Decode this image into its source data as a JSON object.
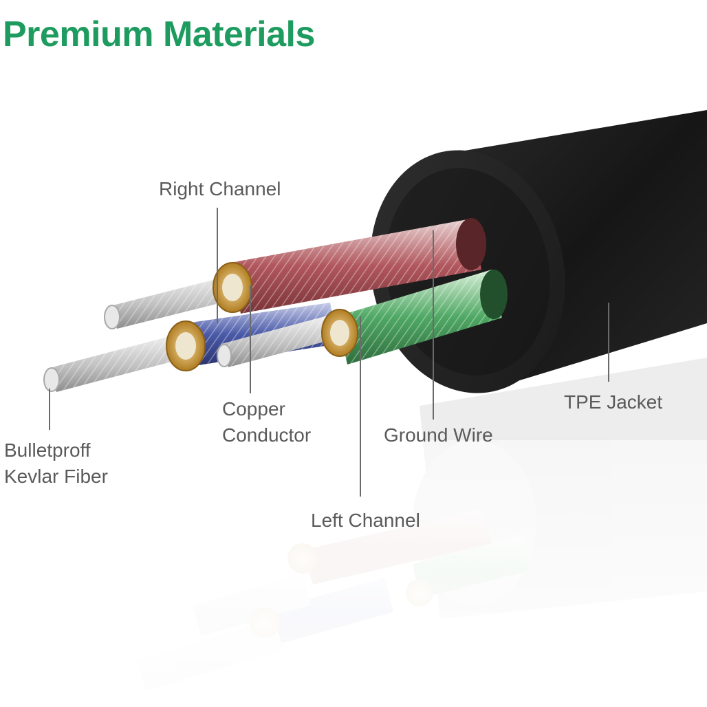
{
  "title": "Premium Materials",
  "colors": {
    "title": "#1e9b5f",
    "label": "#5a5a5a",
    "leader": "#6a6a6a",
    "jacket": "#1c1c1c",
    "right_channel": "#b0565c",
    "left_channel": "#4fa864",
    "center_core": "#4a5aa8",
    "copper": "#d6a640",
    "kevlar": "#cfcfcf"
  },
  "labels": {
    "right_channel": "Right Channel",
    "copper_conductor_line1": "Copper",
    "copper_conductor_line2": "Conductor",
    "bulletproof_line1": "Bulletproff",
    "bulletproof_line2": "Kevlar Fiber",
    "ground_wire": "Ground Wire",
    "tpe_jacket": "TPE Jacket",
    "left_channel": "Left Channel"
  }
}
